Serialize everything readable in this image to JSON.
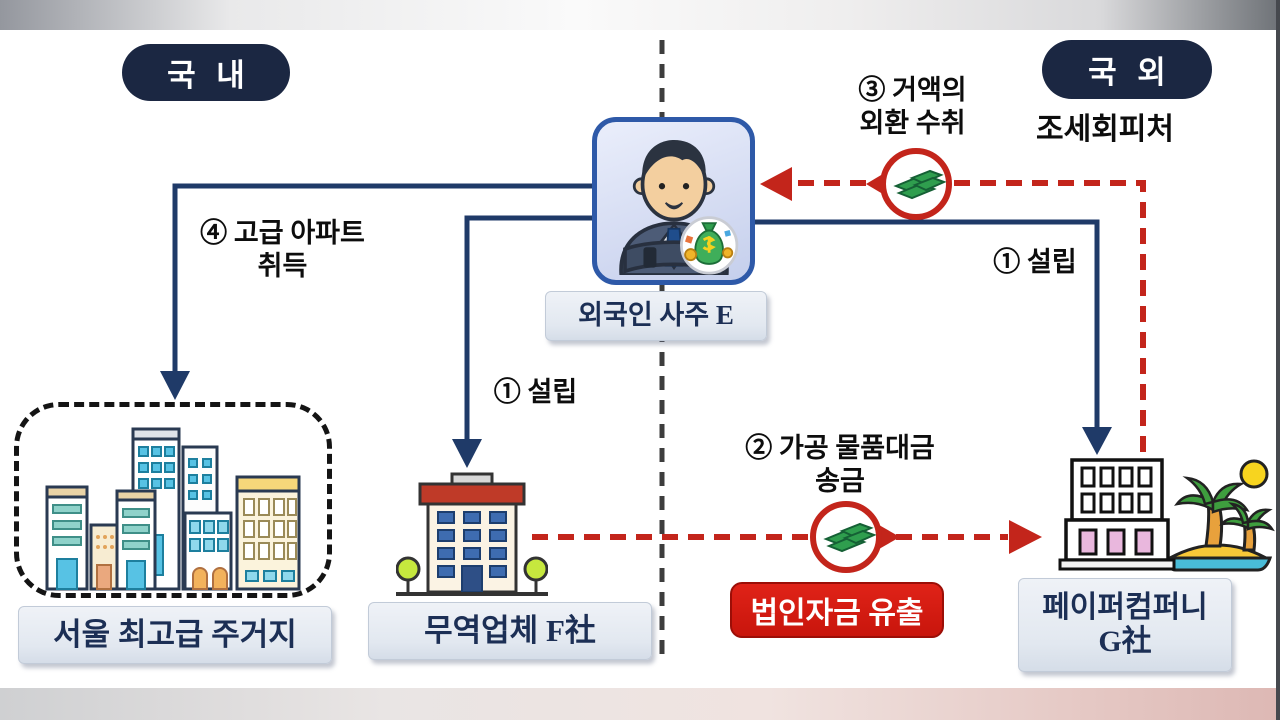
{
  "regions": {
    "domestic": "국 내",
    "overseas": "국 외",
    "tax_haven": "조세회피처"
  },
  "nodes": {
    "owner": {
      "label": "외국인 사주 E"
    },
    "residence": {
      "label": "서울 최고급 주거지"
    },
    "trading_company": {
      "label": "무역업체 F社"
    },
    "paper_company": {
      "line1": "페이퍼컴퍼니",
      "line2": "G社"
    }
  },
  "flows": {
    "establish_f": {
      "label": "① 설립"
    },
    "establish_g": {
      "label": "① 설립"
    },
    "fake_payment": {
      "line1": "② 가공 물품대금",
      "line2": "송금"
    },
    "forex_receipt": {
      "line1": "③ 거액의",
      "line2": "외환 수취"
    },
    "apartment": {
      "line1": "④ 고급 아파트",
      "line2": "취득"
    }
  },
  "badges": {
    "fund_outflow": "법인자금 유출"
  },
  "colors": {
    "region_badge_navy": "#1b2742",
    "line_navy": "#1f3a68",
    "dash_red": "#c3251b",
    "outflow_badge_red": "#d01c10",
    "label_box_bg": "#e9edf3",
    "label_text_navy": "#1c2f55",
    "money_green": "#2f9e4e",
    "divider_gray": "#3d3d3d"
  }
}
